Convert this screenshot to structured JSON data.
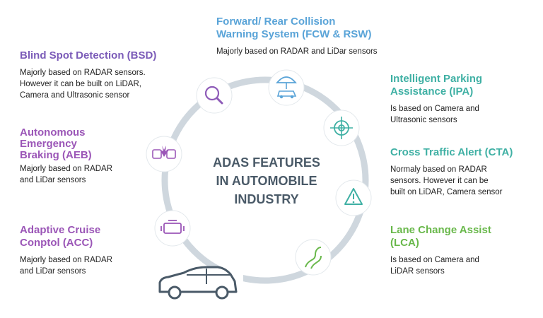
{
  "center": {
    "title": "ADAS FEATURES\nIN AUTOMOBILE\nINDUSTRY"
  },
  "colors": {
    "blue": "#5aa4d8",
    "purple": "#9b56b7",
    "teal": "#3fb0a4",
    "green": "#69b84b",
    "ring": "#cfd7de",
    "icon": "#4a5a68"
  },
  "features": {
    "fcw": {
      "title": "Forward/ Rear Collision\nWarning System (FCW & RSW)",
      "desc": "Majorly based on RADAR and LiDar sensors",
      "icon": "umbrella-car-icon"
    },
    "bsd": {
      "title": "Blind Spot Detection (BSD)",
      "desc": "Majorly based on RADAR sensors.\nHowever it can be built on LiDAR,\nCamera and Ultrasonic sensor",
      "icon": "magnifier-icon"
    },
    "aeb": {
      "title": "Autonomous\nEmergency\nBraking (AEB)",
      "desc": "Majorly based on RADAR\nand LiDar sensors",
      "icon": "collision-icon"
    },
    "acc": {
      "title": "Adaptive Cruise\nConptol (ACC)",
      "desc": "Majorly based on RADAR\nand LiDar sensors",
      "icon": "engine-icon"
    },
    "ipa": {
      "title": "Intelligent Parking\nAssistance (IPA)",
      "desc": "Is based on Camera and\nUltrasonic sensors",
      "icon": "crosshair-icon"
    },
    "cta": {
      "title": "Cross Traffic Alert (CTA)",
      "desc": "Normaly based on RADAR\nsensors. However it can be\nbuilt on LiDAR, Camera sensor",
      "icon": "warning-icon"
    },
    "lca": {
      "title": "Lane Change Assist\n(LCA)",
      "desc": "Is based on Camera and\nLiDAR sensors",
      "icon": "road-icon"
    }
  },
  "car": {
    "icon": "car-icon"
  }
}
